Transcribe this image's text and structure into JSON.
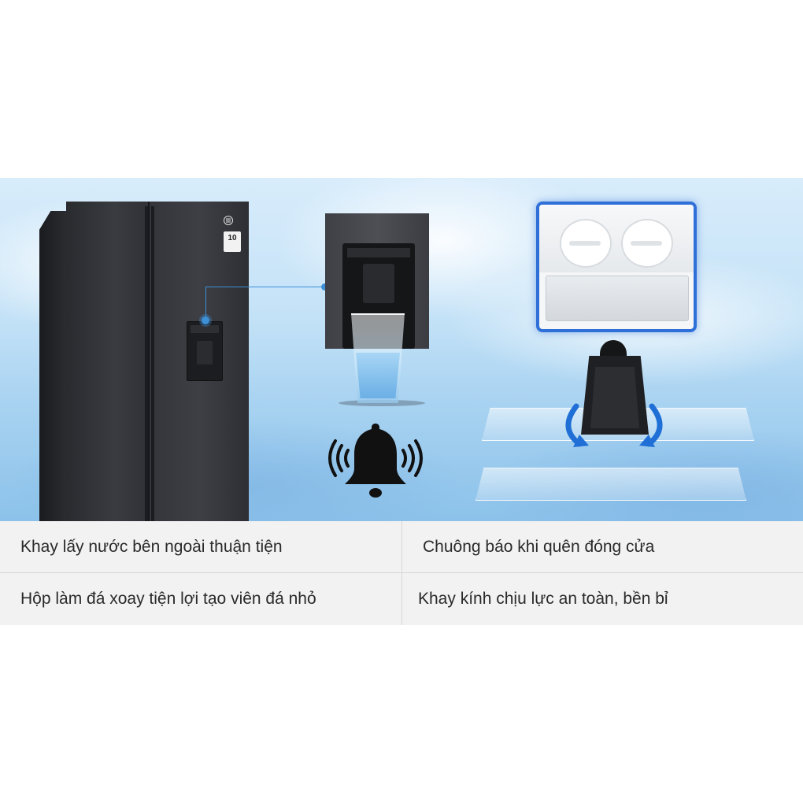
{
  "hero": {
    "fridge": {
      "logo_icon": "electrolux-logo-icon",
      "badge_text": "10"
    },
    "icons": {
      "bell": "bell-ringing-icon",
      "rotate": "rotate-arrows-icon"
    },
    "colors": {
      "accent": "#3d8fd6",
      "highlight_border": "#2e6fd8"
    }
  },
  "features": {
    "items": [
      {
        "label": "Khay lấy nước bên ngoài thuận tiện"
      },
      {
        "label": "Chuông báo khi quên đóng cửa"
      },
      {
        "label": "Hộp làm đá xoay tiện lợi tạo viên đá nhỏ"
      },
      {
        "label": "Khay kính chịu lực an toàn, bền bỉ"
      }
    ]
  }
}
